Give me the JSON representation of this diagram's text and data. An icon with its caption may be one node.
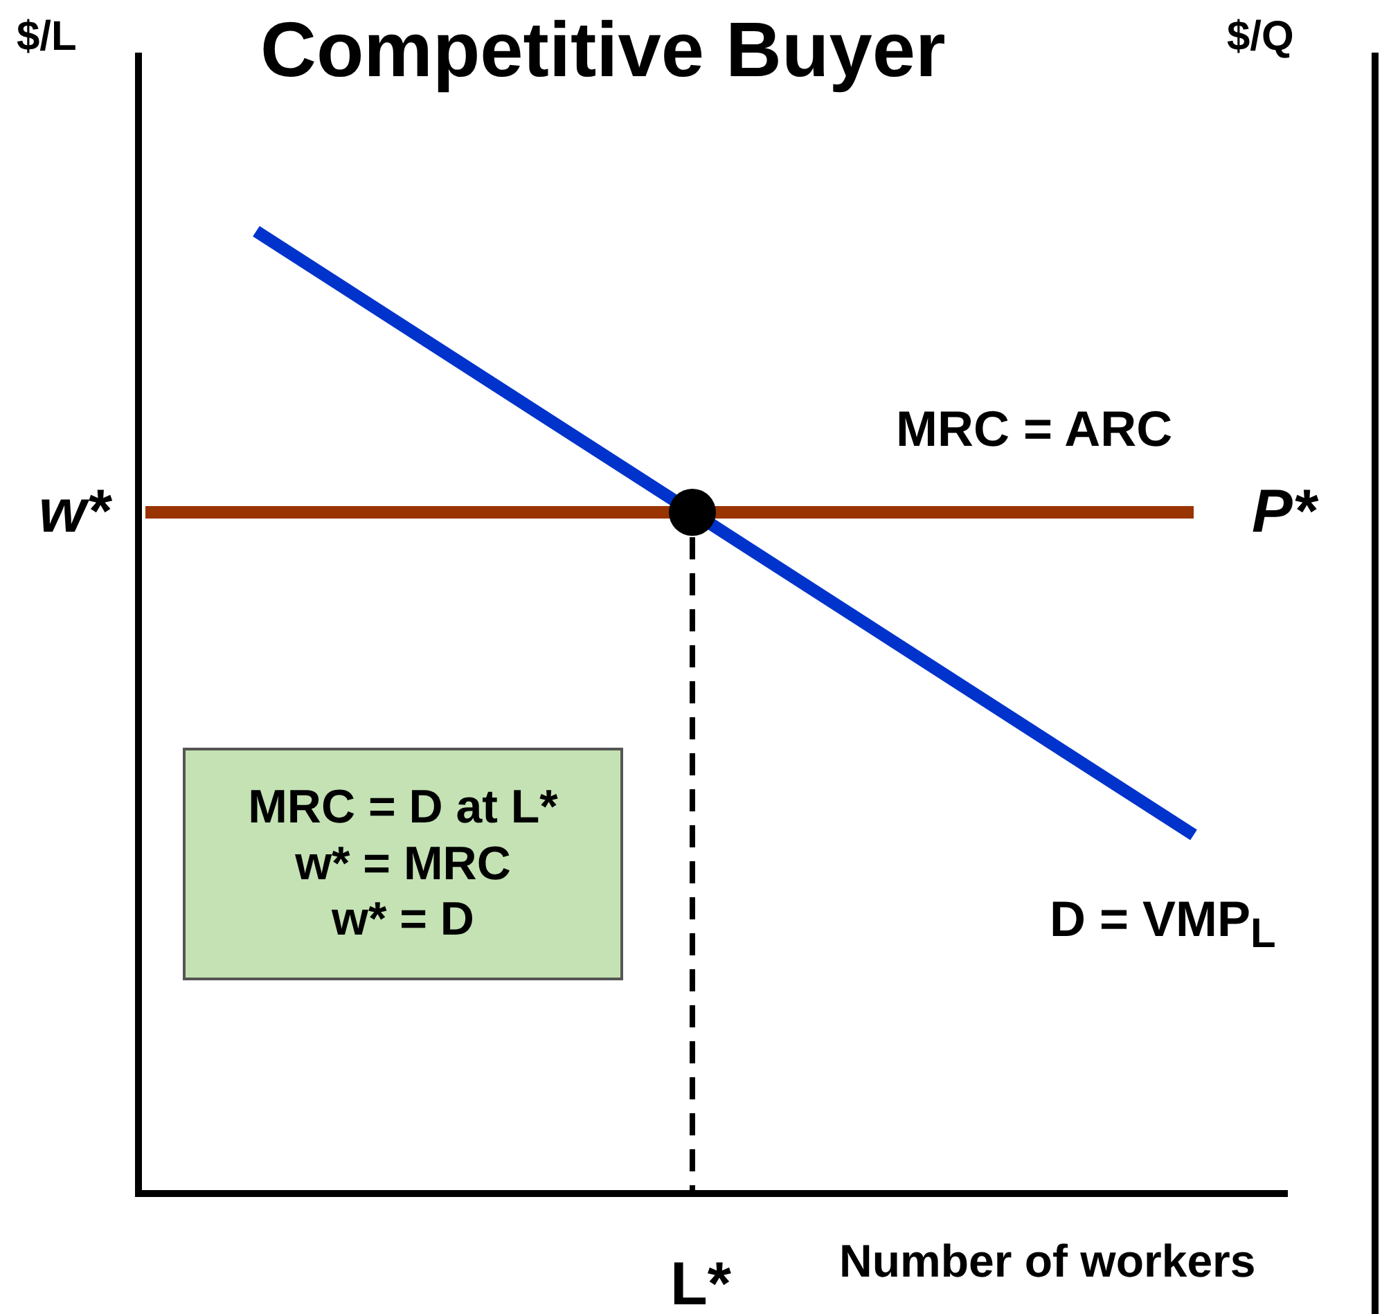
{
  "diagram": {
    "title": "Competitive Buyer",
    "nodes": [
      {
        "text": [
          "MRC = D at L*",
          "w* = MRC",
          "w* = D"
        ]
      }
    ],
    "labels": [
      "$/L",
      "$/Q",
      "MRC = ARC",
      "w*",
      "P*",
      "D = VMP$_{L}$",
      "L*",
      "Number of workers"
    ]
  }
}
